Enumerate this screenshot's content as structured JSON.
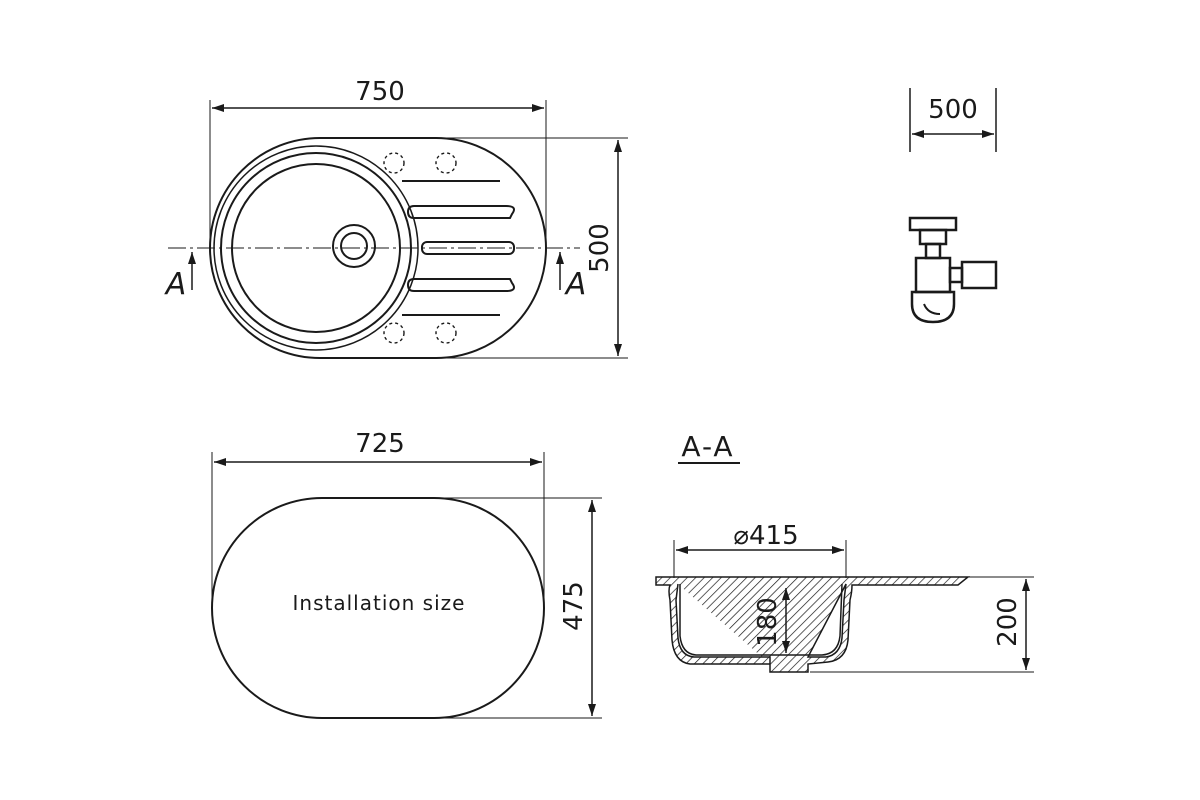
{
  "top_view": {
    "width_dim": "750",
    "height_dim": "500",
    "section_mark_left": "A",
    "section_mark_right": "A"
  },
  "side_view": {
    "depth_dim": "500"
  },
  "cutout_view": {
    "width_dim": "725",
    "height_dim": "475",
    "label": "Installation size"
  },
  "section_view": {
    "title": "A-A",
    "diameter_dim": "⌀415",
    "bowl_depth_dim": "180",
    "total_height_dim": "200"
  },
  "colors": {
    "line": "#1a1a1a",
    "hatch": "#1a1a1a",
    "background": "#ffffff"
  }
}
